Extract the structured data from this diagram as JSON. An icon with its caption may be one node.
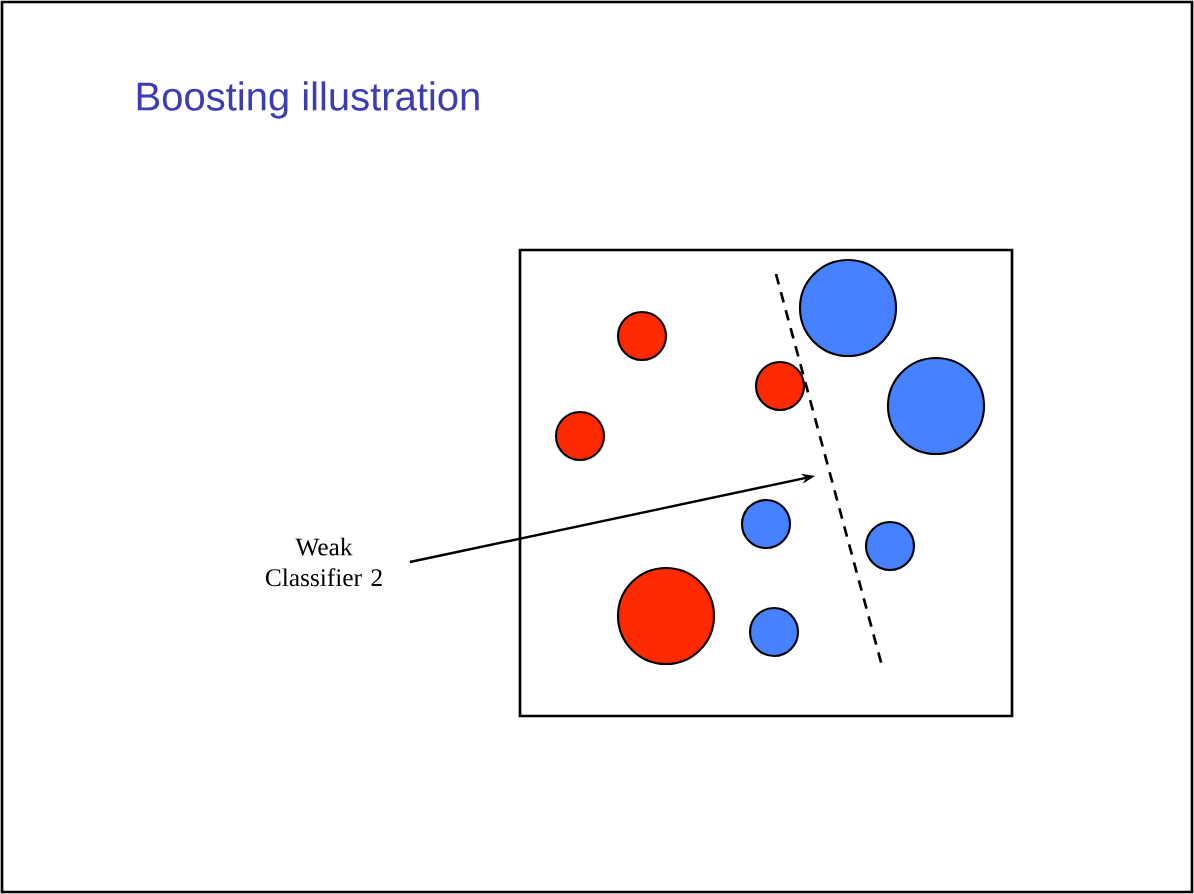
{
  "diagram": {
    "title": "Boosting illustration",
    "nodes": [
      {
        "text": [
          "Weak Classifier 2"
        ]
      },
      {
        "text": [],
        "shape": "line"
      }
    ],
    "edges": [
      {
        "from": 0,
        "to": 1,
        "arrow": "to"
      }
    ]
  }
}
